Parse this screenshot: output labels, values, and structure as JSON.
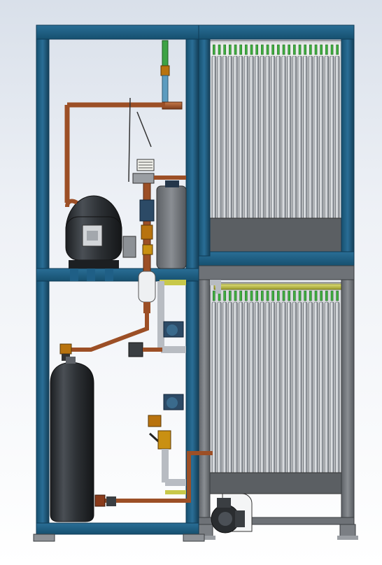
{
  "scene": {
    "kind": "CAD render of a refrigeration / chiller module",
    "frame_color": "#1f5f86",
    "frame_edge_color": "#0f3a55",
    "tube_color": "#b8bcc2",
    "tank_color": "#2e3236",
    "copper_color": "#a0522d",
    "header_color": "#c8c84a",
    "nozzle_color": "#3fae3f"
  },
  "components": {
    "frame": "frame",
    "compressor": "compressor",
    "receiver_tank": "tank",
    "upper_heat_exchanger": "upper-exchanger",
    "lower_heat_exchanger": "lower-exchanger",
    "circulation_pump": "pump",
    "filter_drier": "filter-drier",
    "expansion_valve": "expansion-valve",
    "small_pumps": [
      "pump-upper",
      "pump-middle"
    ]
  }
}
